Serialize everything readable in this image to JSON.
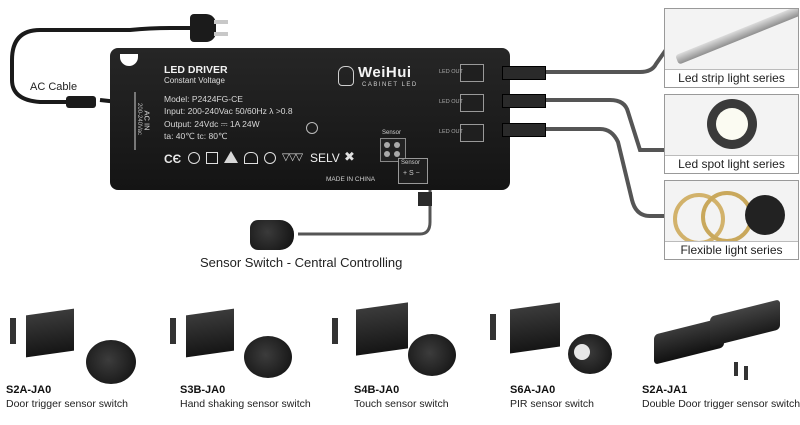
{
  "ac_cable": "AC Cable",
  "driver": {
    "title": "LED DRIVER",
    "subtitle": "Constant Voltage",
    "brand": "WeiHui",
    "brand_sub": "CABINET LED",
    "model": "Model: P2424FG-CE",
    "input": "Input: 200-240Vac   50/60Hz   λ >0.8",
    "output": "Output: 24Vdc ⎓ 1A   24W",
    "temp": "ta: 40℃   tc: 80℃",
    "selv": "SELV",
    "made_in": "MADE IN CHINA",
    "sensor_top": "Sensor",
    "sensor_side": "Sensor",
    "ac_in": "AC IN",
    "ac_range": "200-240Vac",
    "ports": [
      "LED OUT",
      "LED OUT",
      "LED OUT"
    ]
  },
  "central_switch": "Sensor Switch - Central Controlling",
  "series": [
    {
      "label": "Led strip light series"
    },
    {
      "label": "Led spot light series"
    },
    {
      "label": "Flexible light series"
    }
  ],
  "sensors": [
    {
      "code": "S2A-JA0",
      "desc": "Door trigger sensor switch"
    },
    {
      "code": "S3B-JA0",
      "desc": "Hand shaking sensor switch"
    },
    {
      "code": "S4B-JA0",
      "desc": "Touch sensor switch"
    },
    {
      "code": "S6A-JA0",
      "desc": "PIR sensor switch"
    },
    {
      "code": "S2A-JA1",
      "desc": "Double Door trigger sensor switch"
    }
  ]
}
